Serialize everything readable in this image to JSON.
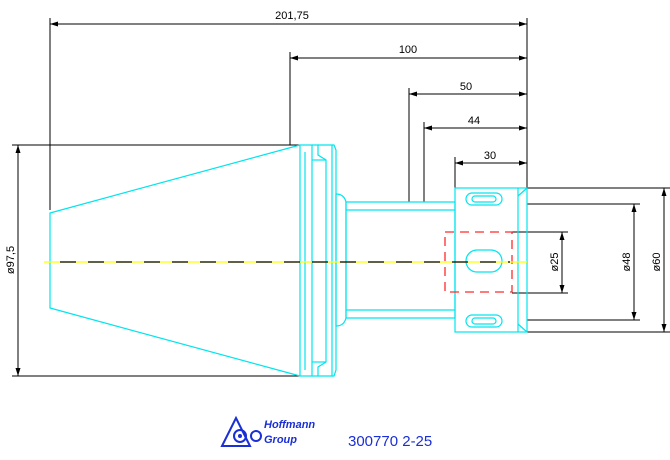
{
  "dimensions": {
    "overall_length": "201,75",
    "length_100": "100",
    "length_50": "50",
    "length_44": "44",
    "length_30": "30",
    "dia_97_5": "ø97,5",
    "dia_25": "ø25",
    "dia_48": "ø48",
    "dia_60": "ø60"
  },
  "brand": {
    "logo_line1": "Hoffmann",
    "logo_line2": "Group",
    "part_number": "300770 2-25"
  },
  "colors": {
    "part_outline": "#00e5ee",
    "dimension": "#000000",
    "centerline": "#ffff00",
    "hidden_bore": "#ff2a2a",
    "brand": "#1a2fd6"
  }
}
